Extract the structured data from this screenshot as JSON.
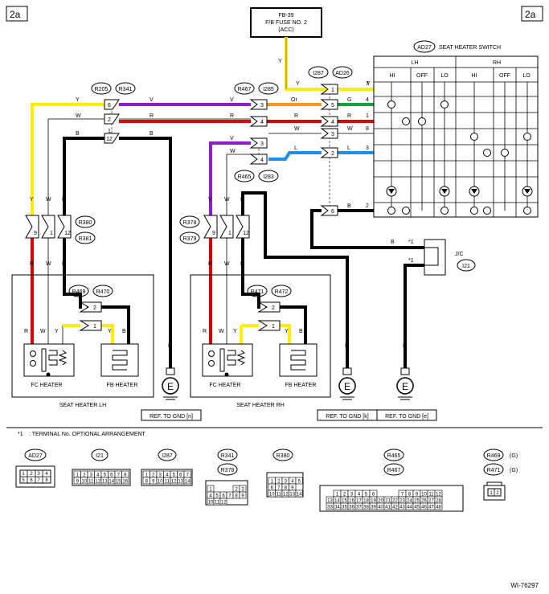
{
  "page_marks": {
    "left": "2a",
    "right": "2a",
    "doc_id": "WI-76297"
  },
  "fuse": {
    "id": "FB-39",
    "name": "F/B FUSE NO. 2",
    "sub": "(ACC)"
  },
  "switch": {
    "connector": "AD27",
    "title": "SEAT HEATER SWITCH",
    "groups": [
      "LH",
      "RH"
    ],
    "columns": [
      "HI",
      "OFF",
      "LO",
      "HI",
      "OFF",
      "LO"
    ],
    "pins": [
      "7",
      "4",
      "1",
      "8",
      "3",
      "2"
    ]
  },
  "connectors": {
    "r205": "R205",
    "r341": "R341",
    "r467": "R467",
    "i285": "I285",
    "i287": "I287",
    "ad26": "AD26",
    "r465": "R465",
    "i283": "I283",
    "r380": "R380",
    "r381": "R381",
    "r378": "R378",
    "r379": "R379",
    "r469": "R469",
    "r470": "R470",
    "r471": "R471",
    "r472": "R472",
    "i21": "I21"
  },
  "pins": {
    "left_r205": [
      "6",
      "2",
      "1",
      "12"
    ],
    "left_r467": [
      "3",
      "4",
      "3",
      "4"
    ],
    "ad26": [
      "1",
      "5",
      "4",
      "3",
      "2",
      "6"
    ],
    "r380": [
      "9",
      "1",
      "12"
    ],
    "r378": [
      "9",
      "1",
      "12"
    ],
    "heater_plug": [
      "2",
      "1"
    ]
  },
  "wires": {
    "y": "Y",
    "v": "V",
    "w": "W",
    "r": "R",
    "b": "B",
    "or": "Or",
    "g": "G",
    "l": "L"
  },
  "jc": {
    "label": "J/C",
    "star": "*1"
  },
  "heaters": {
    "lh_fc": "FC HEATER",
    "lh_fb": "FB HEATER",
    "lh_title": "SEAT HEATER LH",
    "rh_fc": "FC HEATER",
    "rh_fb": "FB HEATER",
    "rh_title": "SEAT HEATER RH"
  },
  "grounds": {
    "e": "E",
    "n": "REF. TO GND  [n]",
    "k": "REF. TO GND  [k]",
    "e_ref": "REF. TO GND  [e]"
  },
  "footnote": {
    "mark": "*1",
    "text": ": TERMINAL No. OPTIONAL ARRANGEMENT"
  },
  "legend": {
    "ad27": "AD27",
    "i21": "I21",
    "i287": "I287",
    "r341": "R341",
    "r378": "R378",
    "r380": "R380",
    "r465": "R465",
    "r467": "R467",
    "r469": "R469",
    "r471": "R471",
    "g": "(G)",
    "ad27_pins": [
      "1",
      "2",
      "3",
      "4",
      "5",
      "6",
      "7",
      "8"
    ],
    "i21_pins": [
      "1",
      "2",
      "3",
      "4",
      "5",
      "6",
      "7",
      "8",
      "9",
      "10",
      "11",
      "12",
      "13",
      "14",
      "15",
      "16"
    ],
    "i287_pins": [
      "1",
      "2",
      "3",
      "4",
      "5",
      "6",
      "7",
      "8",
      "9",
      "10",
      "11",
      "12",
      "13",
      "14"
    ],
    "r341_pins": [
      "1",
      "2",
      "3",
      "4",
      "5",
      "6",
      "7",
      "8",
      "9",
      "10",
      "11",
      "12"
    ],
    "r380_pins": [
      "1",
      "2",
      "3",
      "4",
      "5",
      "6",
      "7",
      "8",
      "9",
      "10",
      "11",
      "12",
      "13",
      "14"
    ],
    "r465_row1": [
      "1",
      "2",
      "3",
      "4",
      "5",
      "6",
      "7",
      "8",
      "9",
      "10",
      "11",
      "12"
    ],
    "r465_row2": [
      "13",
      "14",
      "15",
      "16",
      "17",
      "18",
      "19",
      "20",
      "21",
      "22",
      "23",
      "24",
      "25",
      "26",
      "27",
      "28",
      "29",
      "30",
      "31",
      "32"
    ],
    "r465_row3": [
      "33",
      "34",
      "35",
      "36",
      "37",
      "38",
      "39",
      "40",
      "41",
      "42",
      "43",
      "44",
      "45",
      "46",
      "47",
      "48"
    ],
    "r469_pins": [
      "1",
      "2"
    ]
  },
  "colors": {
    "yellow": "#ffee00",
    "violet": "#8b1fc9",
    "red": "#e00000",
    "orange": "#f39a1a",
    "green": "#14a03c",
    "blue": "#1f8fe6",
    "black": "#000000",
    "white": "#ffffff"
  }
}
